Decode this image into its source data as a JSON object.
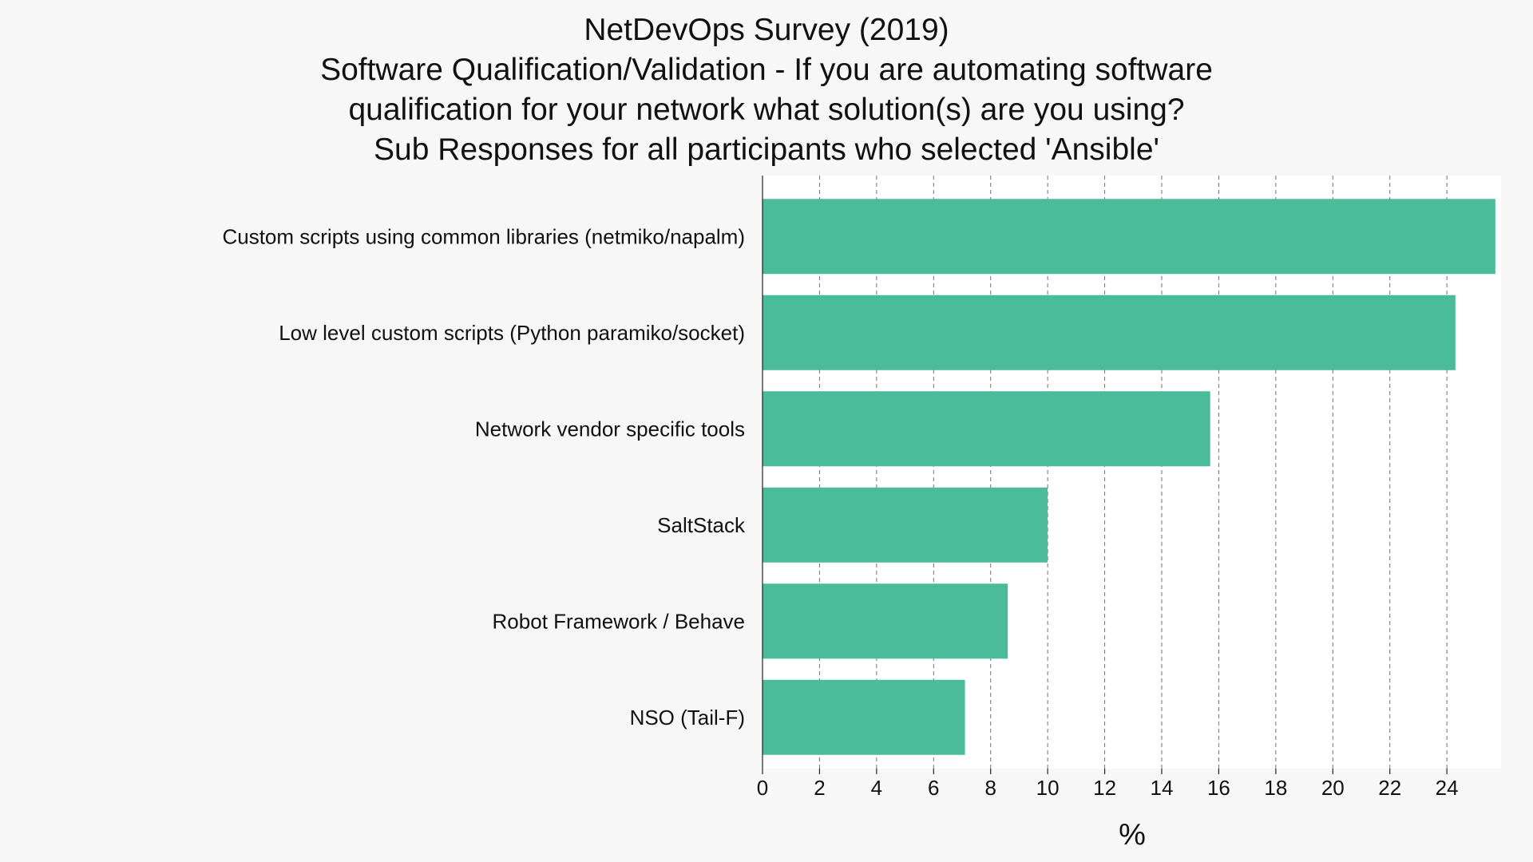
{
  "chart_data": {
    "type": "bar",
    "orientation": "horizontal",
    "title": [
      "NetDevOps Survey (2019)",
      "Software Qualification/Validation - If you are automating software",
      "qualification for your network what solution(s) are you using?",
      "Sub Responses for all participants who selected 'Ansible'"
    ],
    "xlabel": "%",
    "ylabel": "",
    "categories": [
      "Custom scripts using common libraries (netmiko/napalm)",
      "Low level custom scripts (Python paramiko/socket)",
      "Network vendor specific tools",
      "SaltStack",
      "Robot Framework / Behave",
      "NSO (Tail-F)"
    ],
    "values": [
      25.7,
      24.3,
      15.7,
      10.0,
      8.6,
      7.1
    ],
    "xlim": [
      0,
      25.9
    ],
    "xticks": [
      "0",
      "2",
      "4",
      "6",
      "8",
      "10",
      "12",
      "14",
      "16",
      "18",
      "20",
      "22",
      "24"
    ],
    "grid": true,
    "legend": "none",
    "colors": {
      "bar": "#4bbc9a",
      "plot_background": "#ffffff",
      "page_background": "#f7f7f7",
      "grid": "#444444"
    }
  }
}
